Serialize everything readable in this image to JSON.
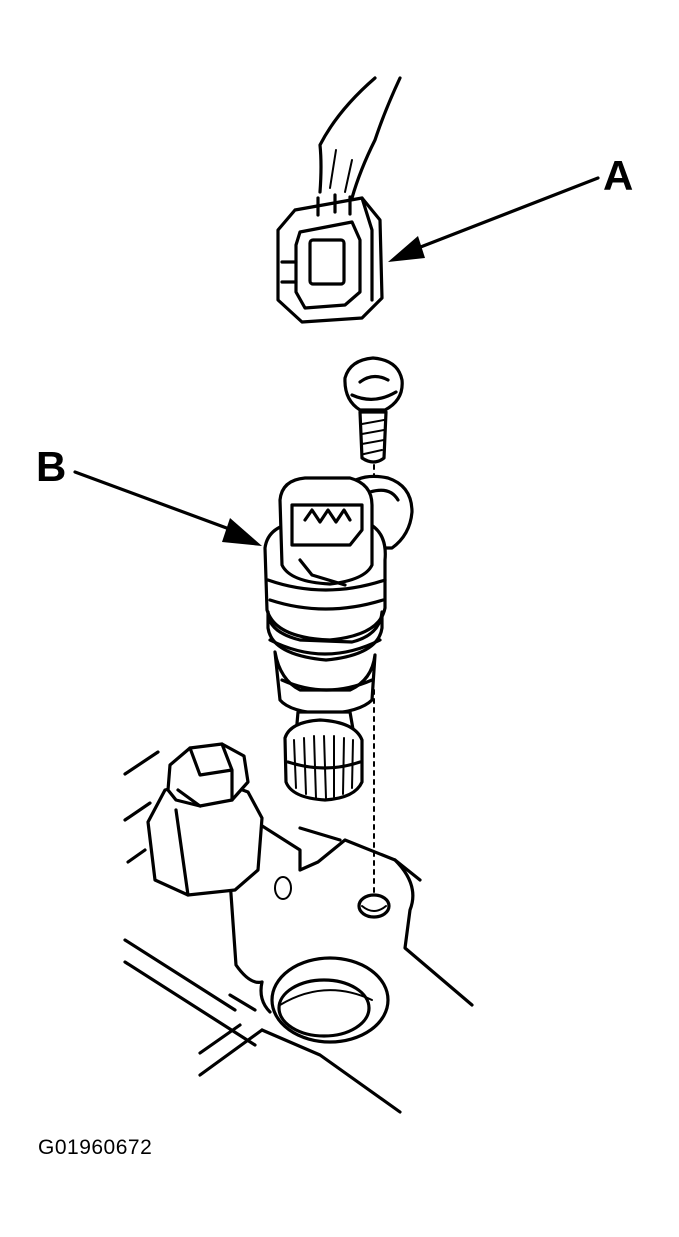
{
  "callouts": {
    "a": "A",
    "b": "B"
  },
  "figure_id": "G01960672"
}
